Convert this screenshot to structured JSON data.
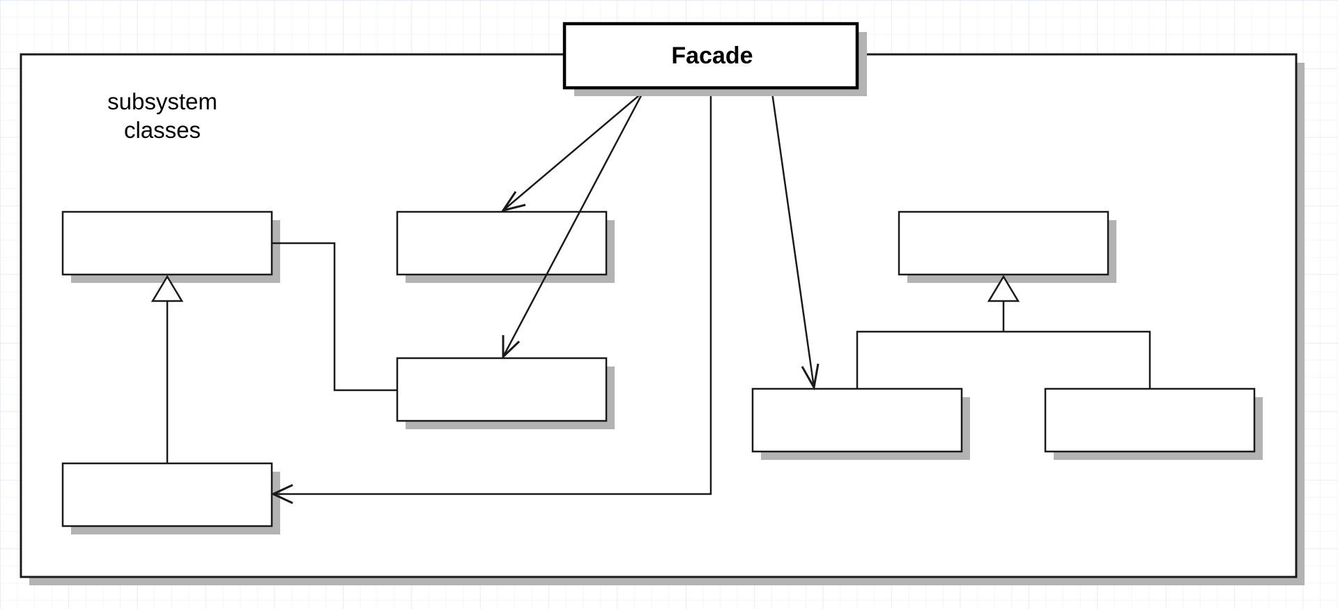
{
  "facade": {
    "label": "Facade"
  },
  "subsystem": {
    "label_line1": "subsystem",
    "label_line2": "classes"
  },
  "colors": {
    "grid": "#e6e8f7",
    "stroke": "#1a1a1a",
    "shadow": "#b3b3b3",
    "fill": "#ffffff"
  }
}
